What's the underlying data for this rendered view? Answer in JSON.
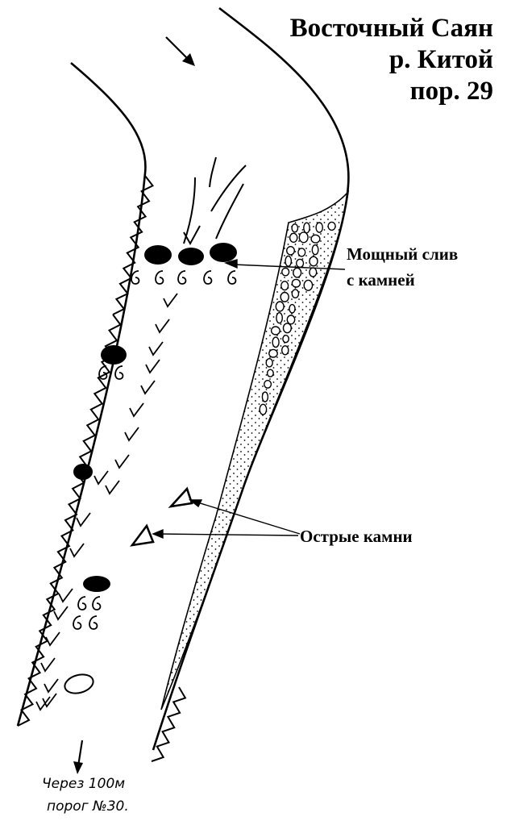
{
  "title": {
    "region": "Восточный Саян",
    "river": "р. Китой",
    "rapid": "пор. 29"
  },
  "annotations": {
    "main_drop_line1": "Мощный слив",
    "main_drop_line2": "с камней",
    "sharp_rocks": "Острые камни"
  },
  "footnote": {
    "line1": "Через 100м",
    "line2": "порог №30."
  },
  "colors": {
    "ink": "#000000",
    "paper": "#ffffff"
  },
  "symbols": {
    "flow_direction": "arrow-icon",
    "cliff_bank": "zigzag-cliff-icon",
    "gravel_bank": "pebble-shoal-icon",
    "rock": "boulder-icon",
    "sharp_rock": "triangle-rock-icon",
    "current": "chevron-current-icon",
    "eddy": "eddy-swirl-icon"
  }
}
